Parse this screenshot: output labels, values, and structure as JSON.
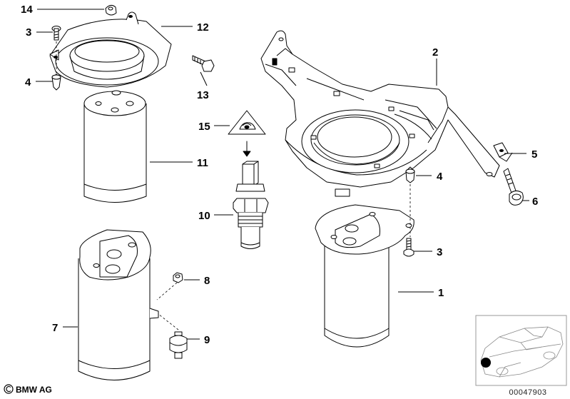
{
  "callouts": {
    "p1": "1",
    "p2": "2",
    "p3_left": "3",
    "p3_right": "3",
    "p4_left": "4",
    "p4_right": "4",
    "p5": "5",
    "p6": "6",
    "p7": "7",
    "p8": "8",
    "p9": "9",
    "p10": "10",
    "p11": "11",
    "p12": "12",
    "p13": "13",
    "p14": "14",
    "p15": "15"
  },
  "copyright": {
    "symbol": "©",
    "text": "BMW AG"
  },
  "image_id": "00047903",
  "colors": {
    "line": "#000000",
    "background": "#ffffff",
    "locator_frame": "#999999",
    "locator_marker": "#000000"
  },
  "icons": {
    "warning": "warning-triangle-icon",
    "copyright": "copyright-icon"
  }
}
